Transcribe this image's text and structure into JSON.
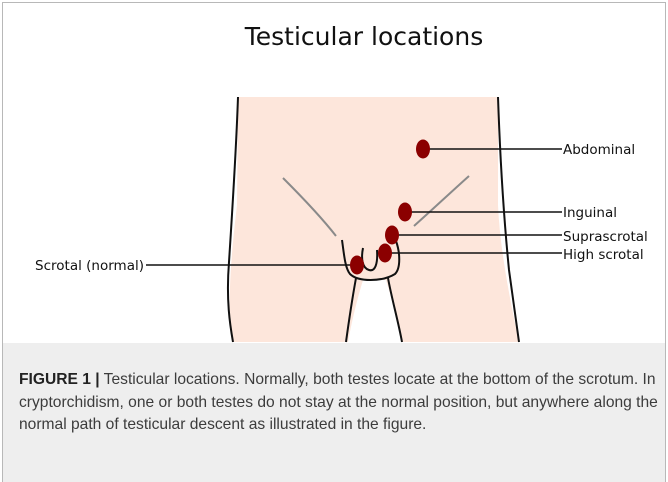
{
  "figure": {
    "title": "Testicular locations",
    "labels": {
      "abdominal": "Abdominal",
      "inguinal": "Inguinal",
      "suprascrotal": "Suprascrotal",
      "high_scrotal": "High scrotal",
      "scrotal_normal": "Scrotal (normal)"
    },
    "colors": {
      "skin": "#fde6db",
      "testis": "#8b0000",
      "outline": "#111111",
      "crease": "#8a8a8a",
      "caption_bg": "#eeeeee"
    }
  },
  "caption": {
    "label": "FIGURE 1 |",
    "text": " Testicular locations. Normally, both testes locate at the bottom of the scrotum. In cryptorchidism, one or both testes do not stay at the normal position, but anywhere along the normal path of testicular descent as illustrated in the figure."
  }
}
